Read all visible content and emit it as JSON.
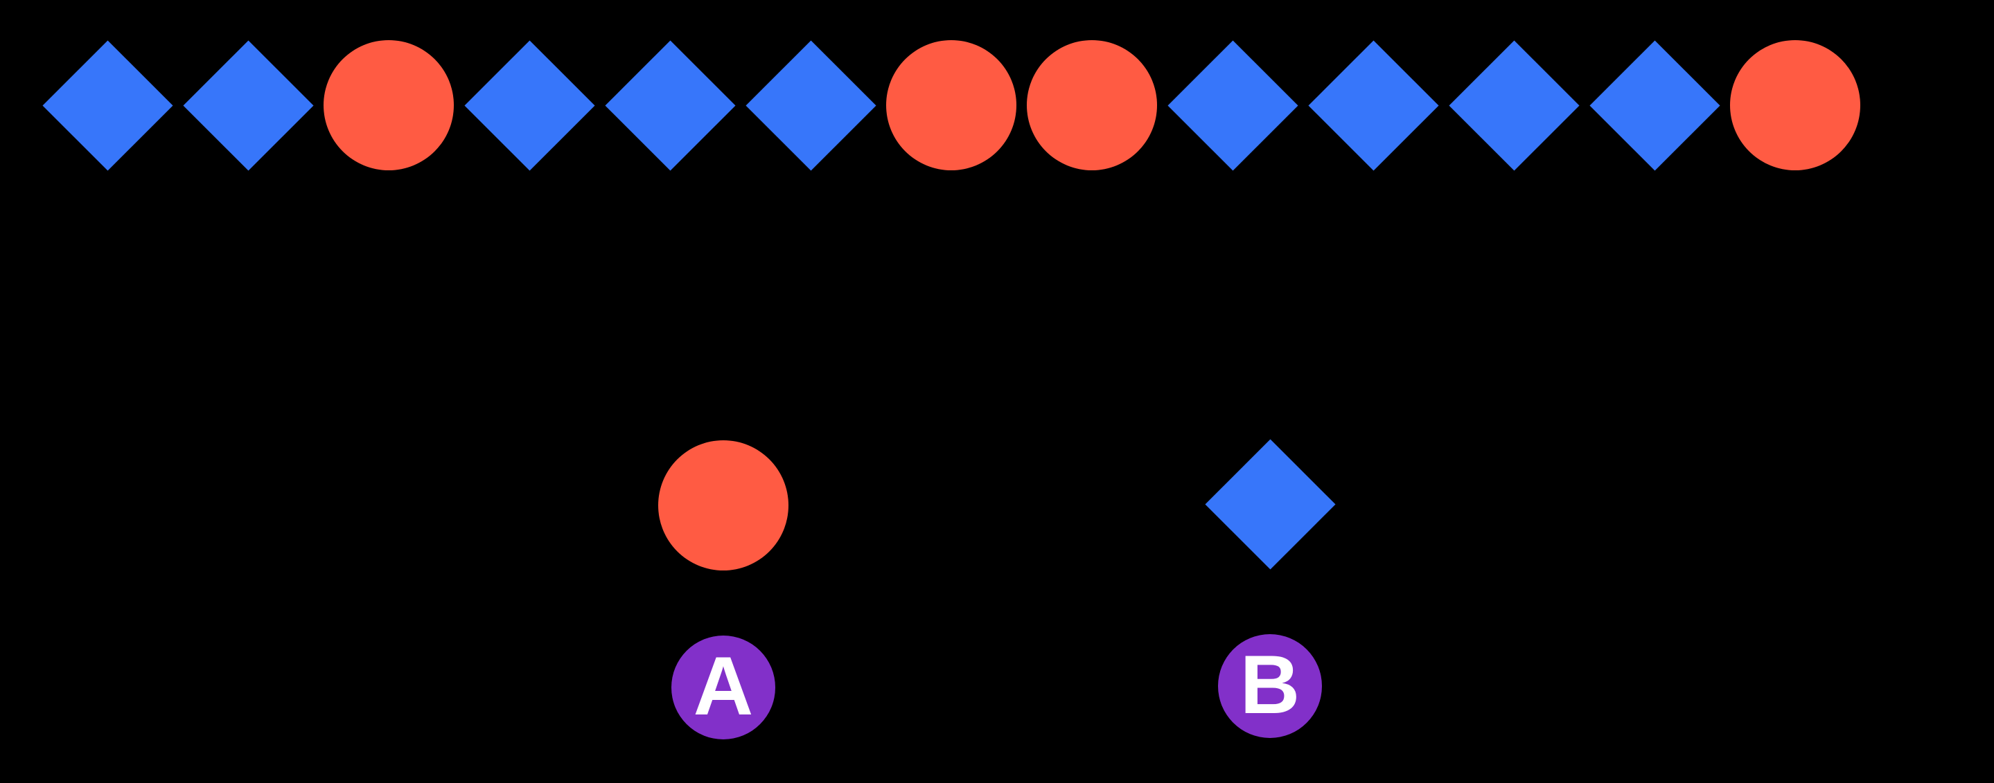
{
  "background": "#000000",
  "colors": {
    "circle": "#FF5B43",
    "diamond": "#3776FA",
    "badge": "#8230C9",
    "badge_text": "#FFFFFF"
  },
  "sequence": {
    "shapes": [
      "diamond",
      "diamond",
      "circle",
      "diamond",
      "diamond",
      "diamond",
      "circle",
      "circle",
      "diamond",
      "diamond",
      "diamond",
      "diamond",
      "circle"
    ]
  },
  "options": [
    {
      "label": "A",
      "shape": "circle"
    },
    {
      "label": "B",
      "shape": "diamond"
    }
  ]
}
